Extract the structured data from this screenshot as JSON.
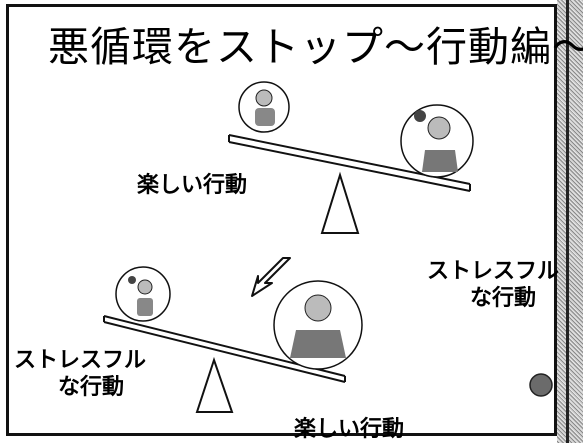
{
  "title": "悪循環をストップ〜行動編〜",
  "top_scene": {
    "light_side_label": "楽しい行動",
    "heavy_side_label_line1": "ストレスフル",
    "heavy_side_label_line2": "な行動"
  },
  "bottom_scene": {
    "light_side_label_line1": "ストレスフル",
    "light_side_label_line2": "な行動",
    "heavy_side_label": "楽しい行動"
  },
  "colors": {
    "line": "#111111",
    "dot": "#6b6b6b"
  }
}
